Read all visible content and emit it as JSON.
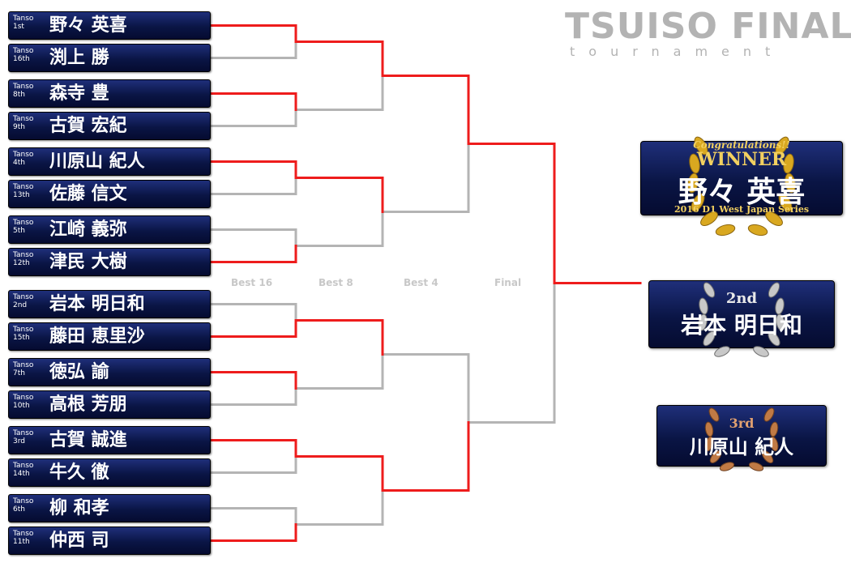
{
  "header": {
    "title": "TSUISO FINAL",
    "subtitle": "tournament"
  },
  "rounds": [
    "Best 16",
    "Best 8",
    "Best 4",
    "Final"
  ],
  "colors": {
    "winner_path": "#ee1c1c",
    "loser_path": "#b4b4b4",
    "slot_bg": "#0a1545"
  },
  "bracket": [
    {
      "seed": "1st",
      "prefix": "Tanso",
      "name": "野々 英喜"
    },
    {
      "seed": "16th",
      "prefix": "Tanso",
      "name": "渕上 勝"
    },
    {
      "seed": "8th",
      "prefix": "Tanso",
      "name": "森寺 豊"
    },
    {
      "seed": "9th",
      "prefix": "Tanso",
      "name": "古賀 宏紀"
    },
    {
      "seed": "4th",
      "prefix": "Tanso",
      "name": "川原山 紀人"
    },
    {
      "seed": "13th",
      "prefix": "Tanso",
      "name": "佐藤 信文"
    },
    {
      "seed": "5th",
      "prefix": "Tanso",
      "name": "江崎 義弥"
    },
    {
      "seed": "12th",
      "prefix": "Tanso",
      "name": "津民 大樹"
    },
    {
      "seed": "2nd",
      "prefix": "Tanso",
      "name": "岩本 明日和"
    },
    {
      "seed": "15th",
      "prefix": "Tanso",
      "name": "藤田 恵里沙"
    },
    {
      "seed": "7th",
      "prefix": "Tanso",
      "name": "徳弘 諭"
    },
    {
      "seed": "10th",
      "prefix": "Tanso",
      "name": "高根 芳朋"
    },
    {
      "seed": "3rd",
      "prefix": "Tanso",
      "name": "古賀 誠進"
    },
    {
      "seed": "14th",
      "prefix": "Tanso",
      "name": "牛久 徹"
    },
    {
      "seed": "6th",
      "prefix": "Tanso",
      "name": "柳 和孝"
    },
    {
      "seed": "11th",
      "prefix": "Tanso",
      "name": "仲西 司"
    }
  ],
  "match_winners": {
    "best16": [
      0,
      0,
      0,
      1,
      1,
      0,
      0,
      1
    ],
    "best8": [
      0,
      0,
      0,
      0
    ],
    "best4": [
      0,
      1
    ],
    "final": 0
  },
  "results": {
    "winner": {
      "congrats": "Congratulations!!",
      "label": "WINNER",
      "name": "野々 英喜",
      "series": "2016 D1 West Japan Series"
    },
    "second": {
      "label": "2nd",
      "name": "岩本 明日和"
    },
    "third": {
      "label": "3rd",
      "name": "川原山 紀人"
    }
  },
  "icons": {
    "wreath_gold": "laurel-wreath-gold-icon",
    "wreath_silver": "laurel-wreath-silver-icon",
    "wreath_bronze": "laurel-wreath-bronze-icon"
  }
}
